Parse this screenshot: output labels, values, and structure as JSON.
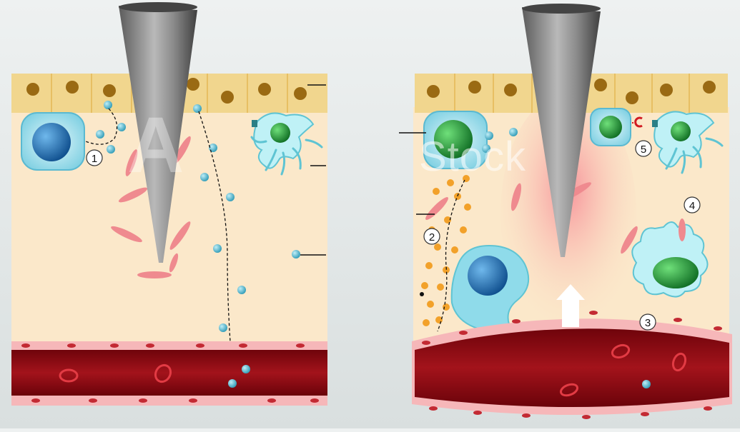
{
  "diagram": {
    "markers": [
      "1",
      "2",
      "3",
      "4",
      "5"
    ],
    "watermark": {
      "mark": "A",
      "text": "Stock"
    }
  },
  "colors": {
    "epithelium": "#f1d68e",
    "tissue": "#fbe8ca",
    "vessel_wall": "#f6b7b9",
    "blood": "#8c0a12",
    "antigen": "#5fbfd2",
    "inflammation": "#f6a0a8",
    "immune_cell_blue": "#2c7fc0",
    "immune_cell_green": "#27a03b",
    "yellow_particle": "#f2a12a"
  },
  "icons": [
    "needle",
    "dendritic-cell",
    "macrophage",
    "lymphocyte",
    "red-blood-cell",
    "arrow-up"
  ]
}
